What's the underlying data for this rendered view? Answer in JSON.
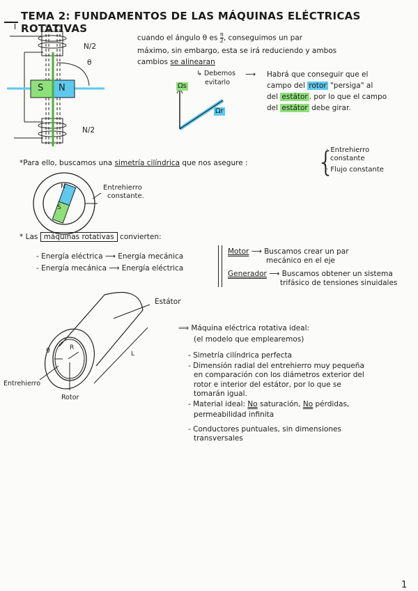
{
  "title": "TEMA 2: FUNDAMENTOS DE LAS MÁQUINAS ELÉCTRICAS ROTATIVAS",
  "motor_diagram": {
    "current_label": "I",
    "coil_top_label": "N/2",
    "coil_bottom_label": "N/2",
    "angle_label": "θ",
    "rotor_south": "S",
    "rotor_north": "N"
  },
  "intro": {
    "line1_a": "cuando el ángulo θ es ",
    "fraction_num": "π",
    "fraction_den": "2",
    "line1_b": ", conseguimos un par",
    "line2": "máximo, sin embargo, esta se irá reduciendo y ambos",
    "line3_a": "cambios ",
    "line3_b": "se alinearan"
  },
  "avoid": {
    "line1": "↳ Debemos",
    "line2": "evitarlo",
    "arrow": "⟶"
  },
  "chase": {
    "l1": "Habrá que conseguir que el",
    "l2_a": "campo del ",
    "rotor": "rotor",
    "l2_b": " \"persiga\" al",
    "l3_a": "del ",
    "estator1": "estátor",
    "l3_b": ". por lo que el campo",
    "l4_a": "del ",
    "estator2": "estátor",
    "l4_b": " debe girar."
  },
  "vectors": {
    "stator_label": "Ωs",
    "rotor_label": "Ωr"
  },
  "symmetry": {
    "a": "*Para ello, buscamos una ",
    "b": "simetría cilíndrica",
    "c": " que nos asegure :",
    "items": [
      "· Entrehierro",
      "constante",
      "· Flujo constante"
    ]
  },
  "ring": {
    "label1": "Entrehierro",
    "label2": "constante.",
    "north": "N",
    "south": "S"
  },
  "converts": {
    "a": "* Las ",
    "b": "máquinas rotativas",
    "c": " convierten:",
    "items": [
      "- Energía eléctrica ⟶ Energía mecánica",
      "- Energía mecánica ⟶ Energía eléctrica"
    ],
    "motor": {
      "label": "Motor",
      "arrow": "⟶",
      "l1": "Buscamos crear un par",
      "l2": "mecánico en el eje"
    },
    "generator": {
      "label": "Generador",
      "arrow": "⟶",
      "l1": "Buscamos obtener un sistema",
      "l2": "trifásico de tensiones sinuidales"
    }
  },
  "cylinder": {
    "stator": "Estátor",
    "airgap": "Entrehierro",
    "rotor": "Rotor",
    "g": "g",
    "R": "R",
    "L": "L"
  },
  "ideal": {
    "head1": "⟹ Máquina eléctrica rotativa ideal:",
    "head2": "(el modelo que emplearemos)",
    "s1": "- Simetría cilíndrica perfecta",
    "s2": [
      "- Dimensión radial del entrehierro muy pequeña",
      "en comparación con los diámetros exterior del",
      "rotor e interior del estátor, por lo que se",
      "tomarán igual."
    ],
    "s3_a": "- Material ideal: ",
    "s3_no1": "No",
    "s3_b": " saturación, ",
    "s3_no2": "No",
    "s3_c": " pérdidas,",
    "s3_2": "permeabilidad infinita",
    "s4": [
      "- Conductores puntuales, sin dimensiones",
      "transversales"
    ]
  },
  "page_number": "1",
  "colors": {
    "blue": "#5fc8ee",
    "green": "#8fe07a",
    "ink": "#1c1c1c"
  }
}
